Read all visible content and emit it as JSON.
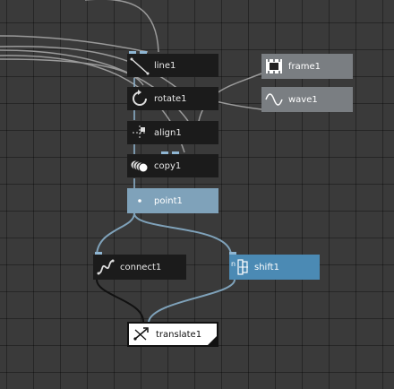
{
  "nodes": {
    "line1": {
      "label": "line1"
    },
    "rotate1": {
      "label": "rotate1"
    },
    "align1": {
      "label": "align1"
    },
    "copy1": {
      "label": "copy1"
    },
    "point1": {
      "label": "point1"
    },
    "frame1": {
      "label": "frame1"
    },
    "wave1": {
      "label": "wave1"
    },
    "connect1": {
      "label": "connect1"
    },
    "shift1": {
      "label": "shift1",
      "prefix": "n"
    },
    "translate1": {
      "label": "translate1"
    }
  },
  "colors": {
    "canvas": "#3a3a3a",
    "node_dark": "#1b1b1b",
    "node_gray": "#7a7e82",
    "node_selected": "#7fa2ba",
    "node_active": "#4b8ab4",
    "wire_gray": "#9a9a9a",
    "wire_blue": "#7fa2ba",
    "wire_black": "#111111"
  },
  "icons": {
    "line1": "line-icon",
    "rotate1": "rotate-icon",
    "align1": "align-icon",
    "copy1": "copy-icon",
    "point1": "point-icon",
    "frame1": "frame-icon",
    "wave1": "wave-icon",
    "connect1": "connect-icon",
    "shift1": "shift-icon",
    "translate1": "translate-icon"
  }
}
